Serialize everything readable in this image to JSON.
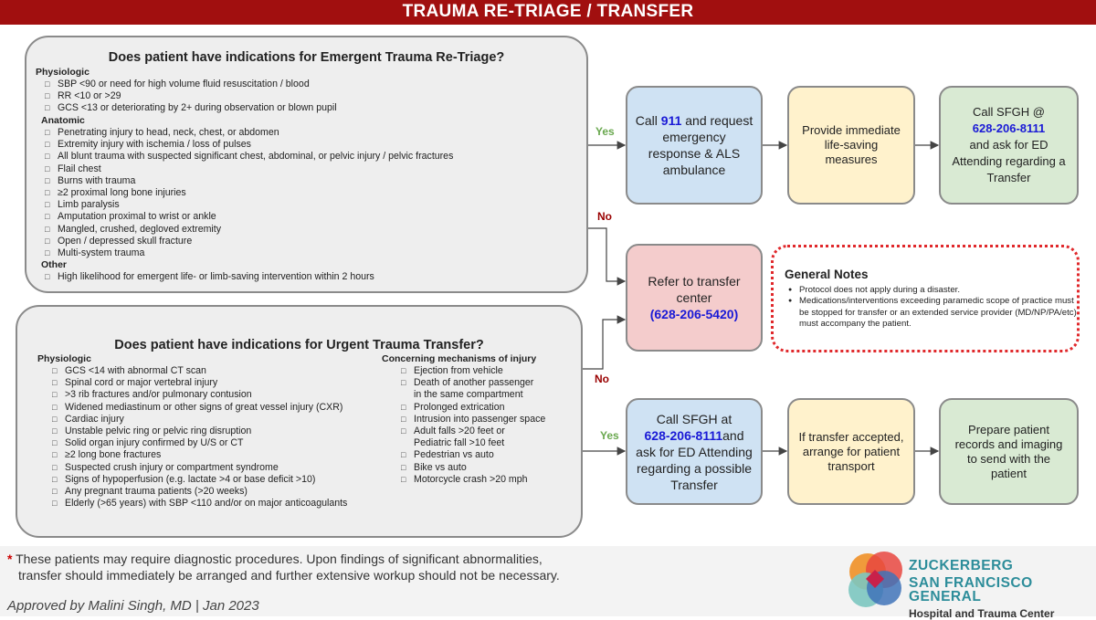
{
  "header": {
    "title": "TRAUMA RE-TRIAGE / TRANSFER"
  },
  "emergent": {
    "question": "Does patient have indications for Emergent Trauma Re-Triage?",
    "physiologic_label": "Physiologic",
    "physiologic": [
      "SBP <90 or need for high volume fluid resuscitation / blood",
      "RR <10 or >29",
      "GCS <13 or deteriorating by 2+ during observation or blown pupil"
    ],
    "anatomic_label": "Anatomic",
    "anatomic": [
      "Penetrating injury to head, neck, chest, or abdomen",
      "Extremity injury with ischemia / loss of pulses",
      "All blunt trauma with suspected significant chest, abdominal, or pelvic injury / pelvic fractures",
      "Flail chest",
      "Burns with trauma",
      "≥2 proximal long bone injuries",
      "Limb paralysis",
      "Amputation proximal to wrist or ankle",
      "Mangled, crushed, degloved extremity",
      "Open / depressed skull fracture",
      "Multi-system trauma"
    ],
    "other_label": "Other",
    "other": [
      "High likelihood for emergent life- or limb-saving intervention within 2 hours"
    ]
  },
  "urgent": {
    "question": "Does patient have indications for Urgent Trauma Transfer?",
    "physiologic_label": "Physiologic",
    "physiologic": [
      "GCS <14 with abnormal CT scan",
      "Spinal cord or major vertebral injury",
      ">3 rib fractures and/or pulmonary contusion",
      "Widened mediastinum or other signs of great vessel injury (CXR)",
      "Cardiac injury",
      "Unstable pelvic ring or pelvic ring disruption",
      "Solid organ injury confirmed by U/S or CT",
      "≥2 long bone fractures",
      "Suspected crush injury or compartment syndrome",
      "Signs of hypoperfusion (e.g. lactate >4 or base deficit >10)",
      "Any pregnant trauma patients (>20 weeks)",
      "Elderly (>65 years) with SBP <110 and/or on major anticoagulants"
    ],
    "mechanisms_label": "Concerning mechanisms of injury",
    "mechanisms": [
      "Ejection from vehicle",
      "Death of another passenger",
      "in the same compartment",
      "Prolonged extrication",
      "Intrusion into passenger space",
      "Adult falls >20 feet or",
      "Pediatric fall >10 feet",
      "Pedestrian vs auto",
      "Bike vs auto",
      "Motorcycle crash >20 mph"
    ]
  },
  "labels": {
    "yes": "Yes",
    "no": "No"
  },
  "flow": {
    "call911_pre": "Call ",
    "call911_num": "911",
    "call911_post": " and request emergency response & ALS ambulance",
    "lifesaving": "Provide immediate life-saving measures",
    "sfgh1_pre": "Call SFGH @",
    "sfgh1_num": "628-206-8111",
    "sfgh1_post": "and ask for ED Attending regarding a Transfer",
    "refer_pre": "Refer to transfer center",
    "refer_num": "(628-206-5420)",
    "sfgh2_pre": "Call SFGH at",
    "sfgh2_num": "628-206-8111",
    "sfgh2_post": "and ask for ED Attending regarding a possible Transfer",
    "accepted": "If transfer accepted, arrange for patient transport",
    "prepare": "Prepare patient records and imaging to send with the patient"
  },
  "notes": {
    "title": "General Notes",
    "items": [
      "Protocol does not apply during a disaster.",
      "Medications/interventions exceeding paramedic scope of practice must be stopped for transfer or an extended service provider (MD/NP/PA/etc) must accompany the patient."
    ]
  },
  "footer": {
    "star": "*",
    "note_line1": "These patients may require diagnostic procedures. Upon findings of significant abnormalities,",
    "note_line2": "transfer should immediately be arranged and further extensive workup should not be necessary.",
    "approved": "Approved by Malini Singh, MD |  Jan 2023"
  },
  "brand": {
    "line1": "ZUCKERBERG",
    "line2": "SAN FRANCISCO GENERAL",
    "line3": "Hospital and Trauma Center"
  },
  "colors": {
    "title_bar": "#a10f0f",
    "phone": "#1a1ad6",
    "yes": "#6aa84f",
    "no": "#990000",
    "notes_border": "#e0282b",
    "brand": "#2d8d9a"
  }
}
